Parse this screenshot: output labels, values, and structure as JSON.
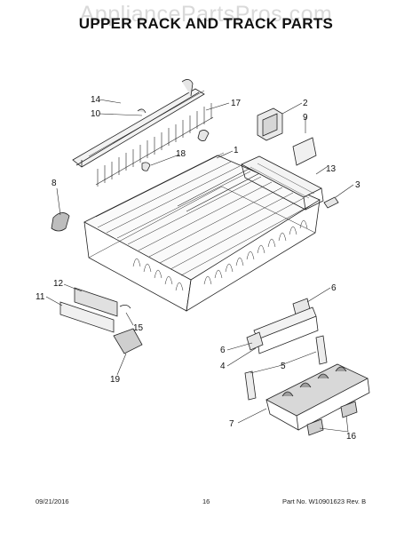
{
  "watermark": "AppliancePartsPros.com",
  "title": "UPPER RACK AND TRACK PARTS",
  "callouts": [
    "14",
    "10",
    "17",
    "2",
    "9",
    "1",
    "18",
    "13",
    "8",
    "3",
    "12",
    "11",
    "6",
    "15",
    "6",
    "4",
    "5",
    "19",
    "7",
    "16"
  ],
  "footer": {
    "date": "09/21/2016",
    "page": "16",
    "part_number": "Part No. W10901623  Rev. B"
  }
}
